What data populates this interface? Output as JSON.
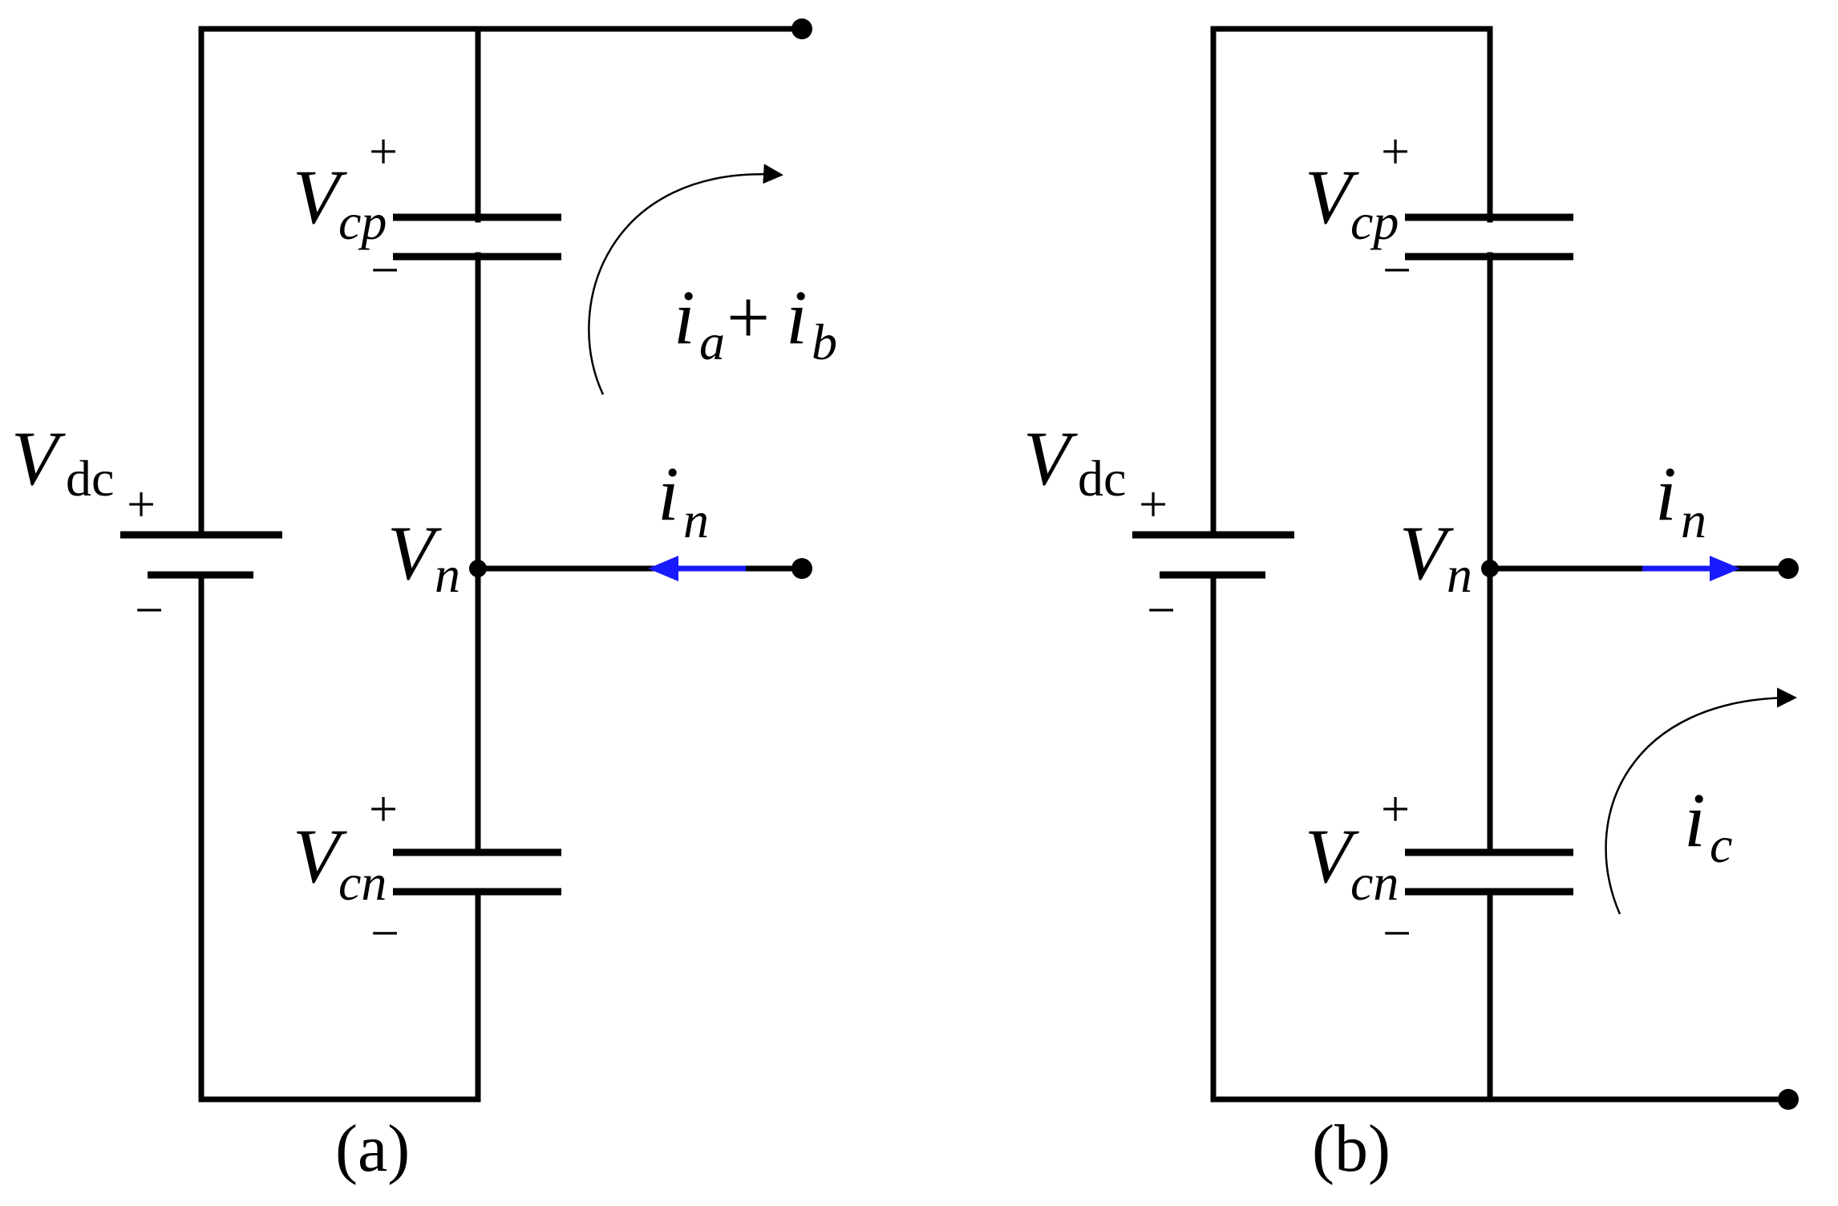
{
  "diagram_a": {
    "caption": "(a)",
    "dc_source": {
      "symbol": "V",
      "subscript": "dc",
      "plus": "+",
      "minus": "−"
    },
    "cap_top": {
      "symbol": "V",
      "subscript": "cp",
      "plus": "+",
      "minus": "−"
    },
    "cap_bottom": {
      "symbol": "V",
      "subscript": "cn",
      "plus": "+",
      "minus": "−"
    },
    "node": {
      "symbol": "V",
      "subscript": "n"
    },
    "neutral_current": {
      "symbol": "i",
      "subscript": "n",
      "direction": "into-node",
      "color": "#1a1aff"
    },
    "loop_current": {
      "symbol1": "i",
      "sub1": "a",
      "op": "+",
      "symbol2": "i",
      "sub2": "b"
    }
  },
  "diagram_b": {
    "caption": "(b)",
    "dc_source": {
      "symbol": "V",
      "subscript": "dc",
      "plus": "+",
      "minus": "−"
    },
    "cap_top": {
      "symbol": "V",
      "subscript": "cp",
      "plus": "+",
      "minus": "−"
    },
    "cap_bottom": {
      "symbol": "V",
      "subscript": "cn",
      "plus": "+",
      "minus": "−"
    },
    "node": {
      "symbol": "V",
      "subscript": "n"
    },
    "neutral_current": {
      "symbol": "i",
      "subscript": "n",
      "direction": "out-of-node",
      "color": "#1a1aff"
    },
    "loop_current": {
      "symbol": "i",
      "subscript": "c"
    }
  }
}
